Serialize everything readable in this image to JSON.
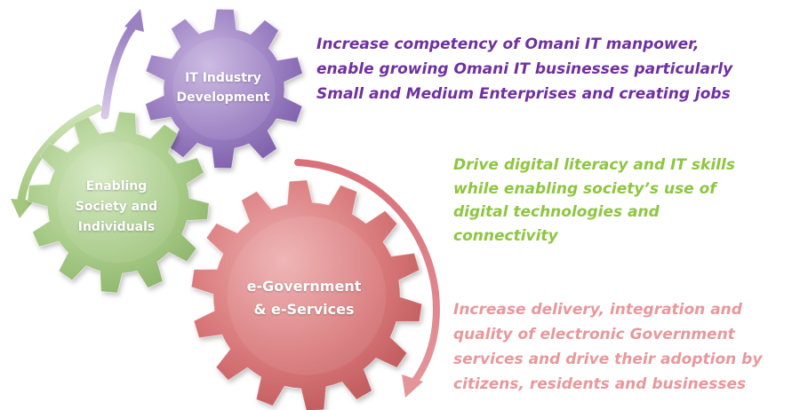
{
  "gears": [
    {
      "id": "it-industry",
      "label_lines": [
        "IT Industry",
        "Development"
      ],
      "color": "#9b80c2",
      "description_color": "#7030a0",
      "description_lines": [
        "Increase competency of Omani IT manpower,",
        "enable growing Omani IT businesses particularly",
        "Small and Medium Enterprises and creating jobs"
      ]
    },
    {
      "id": "enabling-society",
      "label_lines": [
        "Enabling",
        "Society and",
        "Individuals"
      ],
      "color": "#a9cc8a",
      "description_color": "#8dc63f",
      "description_lines": [
        "Drive digital literacy and IT skills",
        "while enabling society’s use of",
        "digital technologies and",
        "connectivity"
      ]
    },
    {
      "id": "e-government",
      "label_lines": [
        "e-Government",
        "& e-Services"
      ],
      "color": "#d9797b",
      "description_color": "#e8989b",
      "description_lines": [
        "Increase delivery, integration and",
        "quality of electronic Government",
        "services and drive their adoption by",
        "citizens, residents and businesses"
      ]
    }
  ]
}
